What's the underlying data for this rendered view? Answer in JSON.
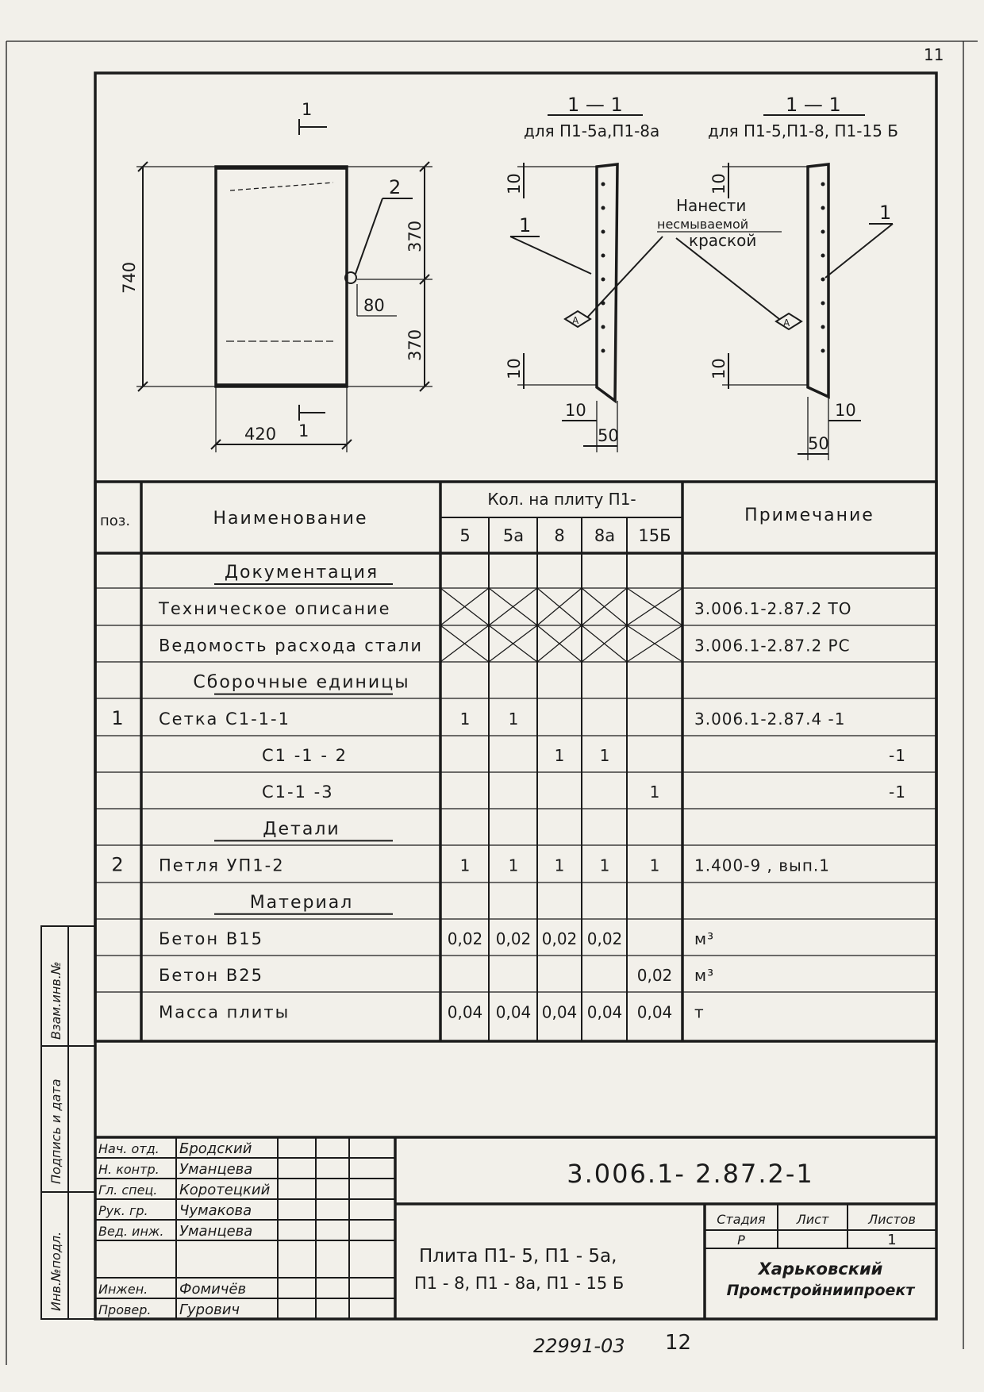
{
  "corner_mark": "11",
  "drawing": {
    "top_cut_mark": "1",
    "bottom_cut_mark": "1",
    "height_dim": "740",
    "width_dim": "420",
    "upper_half_dim": "370",
    "lower_half_dim": "370",
    "loop_offset_dim": "80",
    "position_2": "2"
  },
  "sections": [
    {
      "title": "1 — 1",
      "subtitle": "для П1-5а,П1-8а",
      "dim_top": "10",
      "dim_bottom": "10",
      "dim_side": "10",
      "dim_width": "50",
      "position": "1",
      "marker": "A"
    },
    {
      "title": "1 — 1",
      "subtitle": "для П1-5,П1-8, П1-15 Б",
      "dim_top": "10",
      "dim_bottom": "10",
      "dim_side": "10",
      "dim_width": "50",
      "position": "1",
      "marker": "A"
    }
  ],
  "paint_note": [
    "Нанести",
    "несмываемой",
    "краской"
  ],
  "spec": {
    "col_pos": "поз.",
    "col_name": "Наименование",
    "col_qty_group": "Кол. на плиту П1-",
    "col_note": "Примечание",
    "qty_cols": [
      "5",
      "5а",
      "8",
      "8а",
      "15Б"
    ],
    "rows": [
      {
        "kind": "section",
        "name": "Документация"
      },
      {
        "kind": "doc",
        "pos": "",
        "name": "Техническое описание",
        "q": [
          "",
          "",
          "",
          "",
          ""
        ],
        "note": "3.006.1-2.87.2  ТО"
      },
      {
        "kind": "doc",
        "pos": "",
        "name": "Ведомость расхода стали",
        "q": [
          "",
          "",
          "",
          "",
          ""
        ],
        "note": "3.006.1-2.87.2  РС"
      },
      {
        "kind": "section",
        "name": "Сборочные единицы"
      },
      {
        "kind": "item",
        "pos": "1",
        "name": "Сетка  С1-1-1",
        "q": [
          "1",
          "1",
          "",
          "",
          ""
        ],
        "note": "3.006.1-2.87.4 -1"
      },
      {
        "kind": "item",
        "pos": "",
        "name": "С1 -1 - 2",
        "q": [
          "",
          "",
          "1",
          "1",
          ""
        ],
        "note": "-1"
      },
      {
        "kind": "item",
        "pos": "",
        "name": "С1-1 -3",
        "q": [
          "",
          "",
          "",
          "",
          "1"
        ],
        "note": "-1"
      },
      {
        "kind": "section",
        "name": "Детали"
      },
      {
        "kind": "item",
        "pos": "2",
        "name": "Петля  УП1-2",
        "q": [
          "1",
          "1",
          "1",
          "1",
          "1"
        ],
        "note": "1.400-9 , вып.1"
      },
      {
        "kind": "section",
        "name": "Материал"
      },
      {
        "kind": "item",
        "pos": "",
        "name": "Бетон  В15",
        "q": [
          "0,02",
          "0,02",
          "0,02",
          "0,02",
          ""
        ],
        "note": "м³"
      },
      {
        "kind": "item",
        "pos": "",
        "name": "Бетон  В25",
        "q": [
          "",
          "",
          "",
          "",
          "0,02"
        ],
        "note": "м³"
      },
      {
        "kind": "item",
        "pos": "",
        "name": "Масса  плиты",
        "q": [
          "0,04",
          "0,04",
          "0,04",
          "0,04",
          "0,04"
        ],
        "note": "т"
      }
    ]
  },
  "side_stamp": [
    "Инв.№подл.",
    "Подпись и дата",
    "Взам.инв.№"
  ],
  "title_block": {
    "signers": [
      {
        "role": "Нач. отд.",
        "name": "Бродский"
      },
      {
        "role": "Н. контр.",
        "name": "Уманцева"
      },
      {
        "role": "Гл. спец.",
        "name": "Коротецкий"
      },
      {
        "role": "Рук. гр.",
        "name": "Чумакова"
      },
      {
        "role": "Вед. инж.",
        "name": "Уманцева"
      },
      {
        "role": "",
        "name": ""
      },
      {
        "role": "Инжен.",
        "name": "Фомичёв"
      },
      {
        "role": "Провер.",
        "name": "Гурович"
      }
    ],
    "designation": "3.006.1- 2.87.2-1",
    "title_line1": "Плита  П1- 5,  П1 - 5а,",
    "title_line2": "П1 - 8,  П1 - 8а,  П1 - 15 Б",
    "stage_label": "Стадия",
    "sheet_label": "Лист",
    "sheets_label": "Листов",
    "stage": "Р",
    "sheets": "1",
    "org_line1": "Харьковский",
    "org_line2": "Промстройниипроект"
  },
  "footer": {
    "archive": "22991-03",
    "page": "12"
  }
}
